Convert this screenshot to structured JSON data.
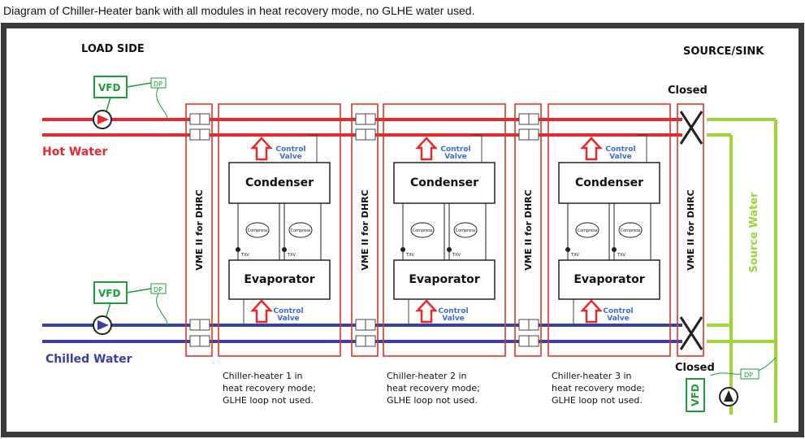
{
  "caption": "Diagram of Chiller-Heater bank with all modules in heat recovery mode, no GLHE water used.",
  "labels": {
    "load_side": "LOAD SIDE",
    "source_sink": "SOURCE/SINK",
    "hot_water": "Hot Water",
    "chilled_water": "Chilled Water",
    "source_water": "Source Water",
    "closed_top": "Closed",
    "closed_bottom": "Closed",
    "vfd": "VFD",
    "dp": "DP",
    "condenser": "Condenser",
    "evaporator": "Evaporator",
    "control_valve_line1": "Control",
    "control_valve_line2": "Valve",
    "compressor": "Compress",
    "txv": "TXV",
    "vme": "VME II for DHRC"
  },
  "modules": [
    {
      "caption": [
        "Chiller-heater 1 in",
        "heat recovery mode;",
        "GLHE loop not used."
      ]
    },
    {
      "caption": [
        "Chiller-heater 2 in",
        "heat recovery mode;",
        "GLHE loop not used."
      ]
    },
    {
      "caption": [
        "Chiller-heater 3 in",
        "heat recovery mode;",
        "GLHE loop not used."
      ]
    }
  ],
  "colors": {
    "hot": "#e8282b",
    "chilled": "#3a3fa0",
    "source": "#9ed33a",
    "vfd": "#1e9b3d",
    "frame_red": "#d9362f",
    "border": "#3a3a3a"
  }
}
